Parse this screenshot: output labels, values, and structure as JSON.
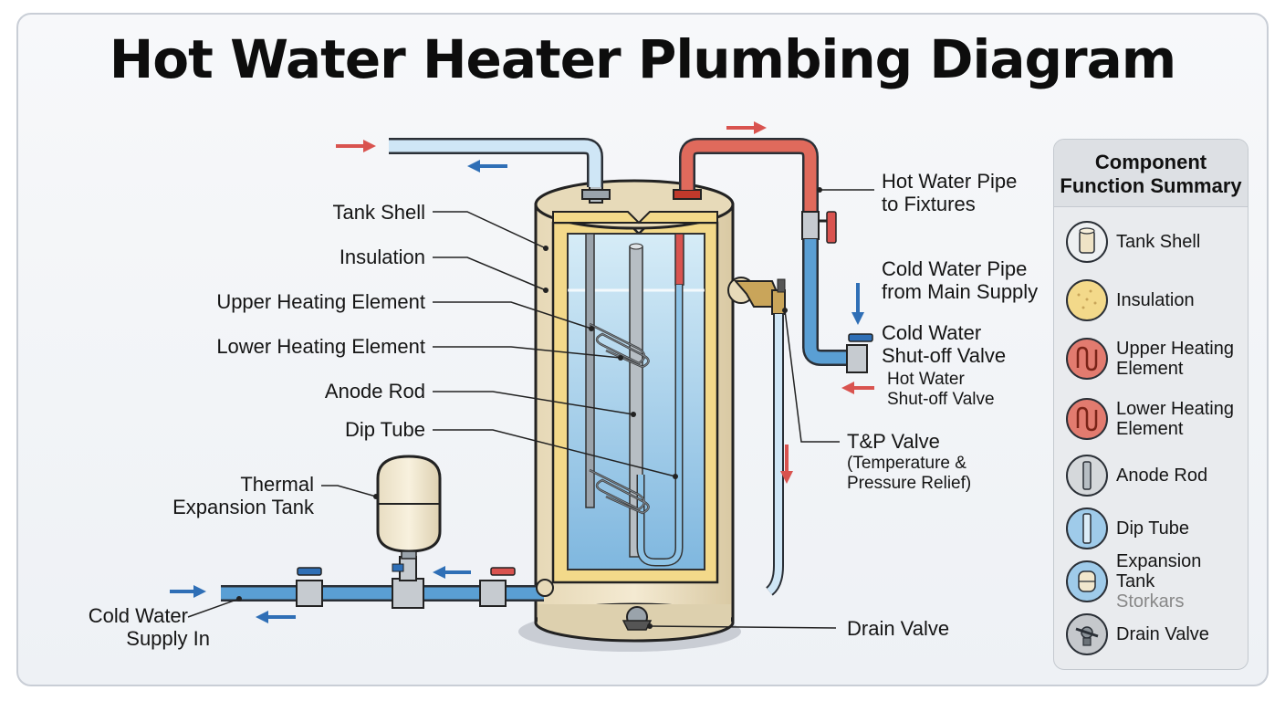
{
  "title": "Hot Water Heater Plumbing Diagram",
  "labels": {
    "tank_shell": "Tank Shell",
    "insulation": "Insulation",
    "upper_element": "Upper Heating Element",
    "lower_element": "Lower Heating Element",
    "anode_rod": "Anode Rod",
    "dip_tube": "Dip Tube",
    "thermal_expansion": [
      "Thermal",
      "Expansion Tank"
    ],
    "cold_supply_in": [
      "Cold Water",
      "Supply In"
    ],
    "hot_pipe": [
      "Hot Water Pipe",
      "to Fixtures"
    ],
    "cold_pipe": [
      "Cold Water Pipe",
      "from Main Supply"
    ],
    "cold_shutoff": [
      "Cold Water",
      "Shut-off Valve"
    ],
    "hot_shutoff": [
      "Hot Water",
      "Shut-off Valve"
    ],
    "tp_valve": "T&P Valve",
    "tp_valve_sub": [
      "(Temperature &",
      "Pressure Relief)"
    ],
    "drain_valve": "Drain Valve"
  },
  "summary": {
    "heading": [
      "Component",
      "Function Summary"
    ],
    "items": [
      {
        "icon": "tank-shell-icon",
        "lines": [
          "Tank Shell"
        ]
      },
      {
        "icon": "insulation-icon",
        "lines": [
          "Insulation"
        ]
      },
      {
        "icon": "upper-heating-element-icon",
        "lines": [
          "Upper Heating",
          "Element"
        ]
      },
      {
        "icon": "lower-heating-element-icon",
        "lines": [
          "Lower Heating",
          "Element"
        ]
      },
      {
        "icon": "anode-rod-icon",
        "lines": [
          "Anode Rod"
        ]
      },
      {
        "icon": "dip-tube-icon",
        "lines": [
          "Dip Tube"
        ]
      },
      {
        "icon": "expansion-tank-icon",
        "lines": [
          "Expansion Tank",
          "Storkars"
        ]
      },
      {
        "icon": "drain-valve-icon",
        "lines": [
          "Drain Valve"
        ]
      }
    ]
  },
  "colors": {
    "hot": "#d9534f",
    "cold": "#2f6fb6",
    "tank": "#efe3c6",
    "insulation": "#f3d98a",
    "water": "#a9d3ec"
  }
}
